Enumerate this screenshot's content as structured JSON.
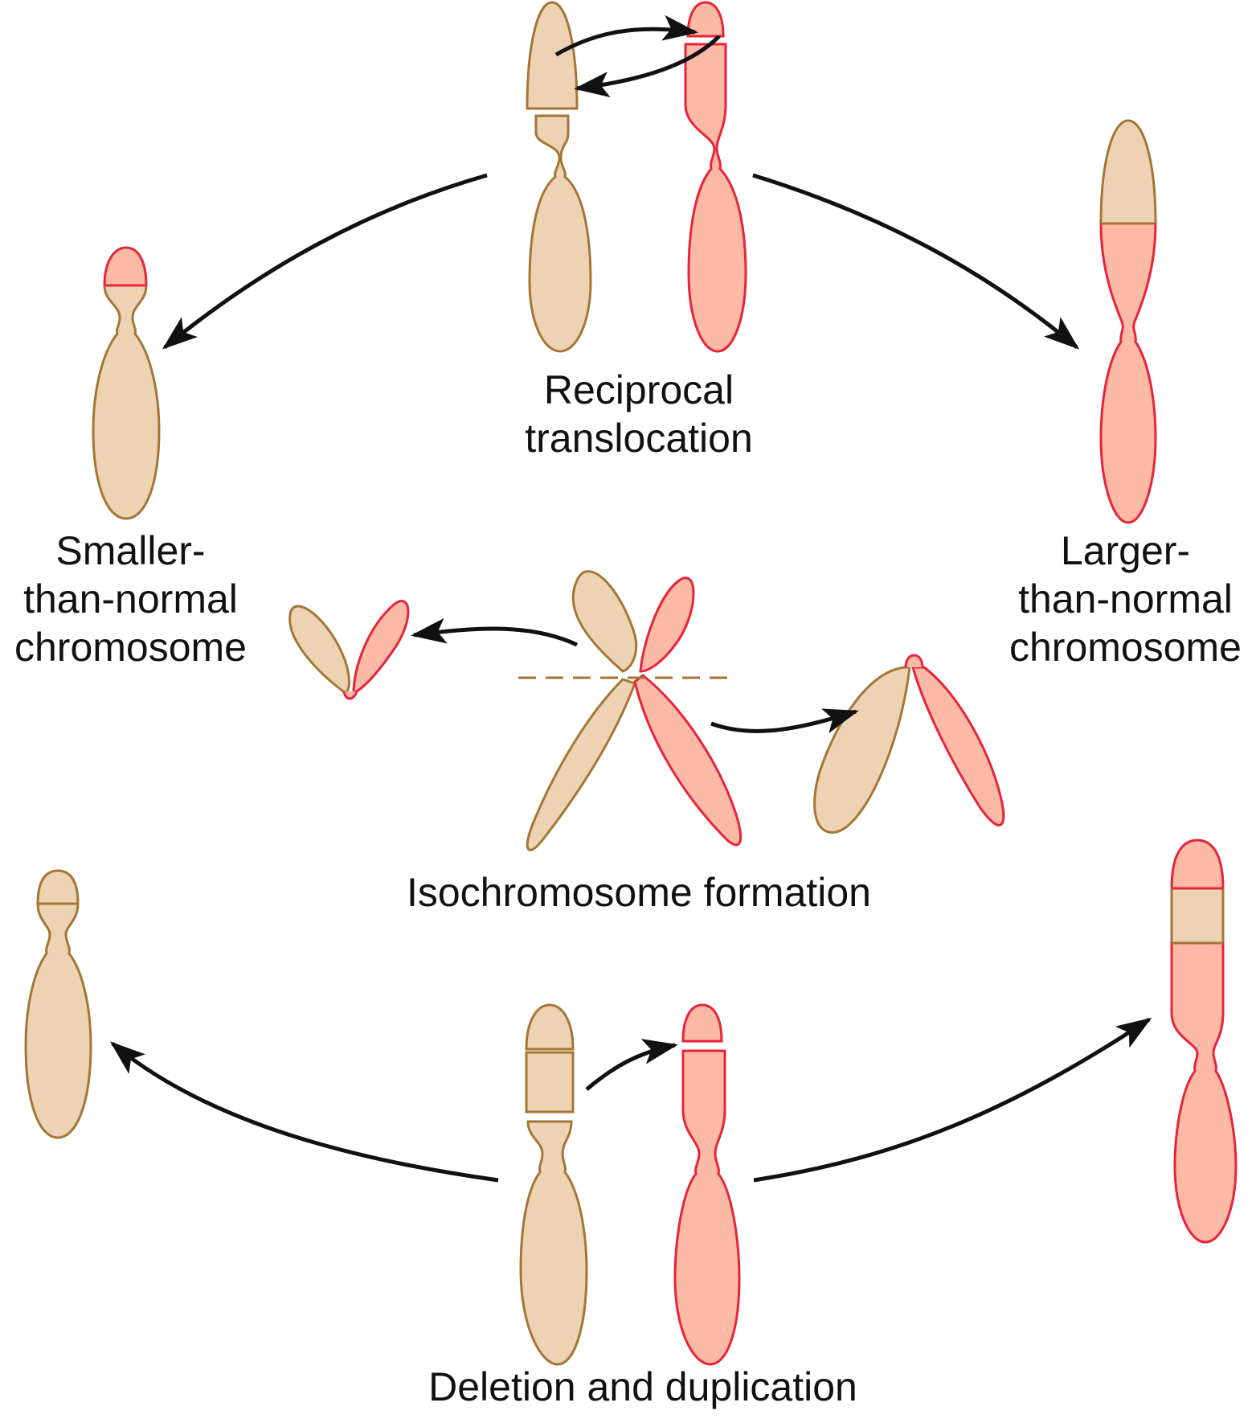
{
  "colors": {
    "tan_fill": "#EDD3B4",
    "tan_stroke": "#A47636",
    "pink_fill": "#FBB9A6",
    "pink_stroke": "#E8243A",
    "arrow": "#111111",
    "background": "#FFFFFF"
  },
  "labels": {
    "reciprocal_translocation": [
      "Reciprocal",
      "translocation"
    ],
    "smaller_than_normal": [
      "Smaller-",
      "than-normal",
      "chromosome"
    ],
    "larger_than_normal": [
      "Larger-",
      "than-normal",
      "chromosome"
    ],
    "isochromosome_formation": "Isochromosome formation",
    "deletion_and_duplication": "Deletion and duplication"
  }
}
